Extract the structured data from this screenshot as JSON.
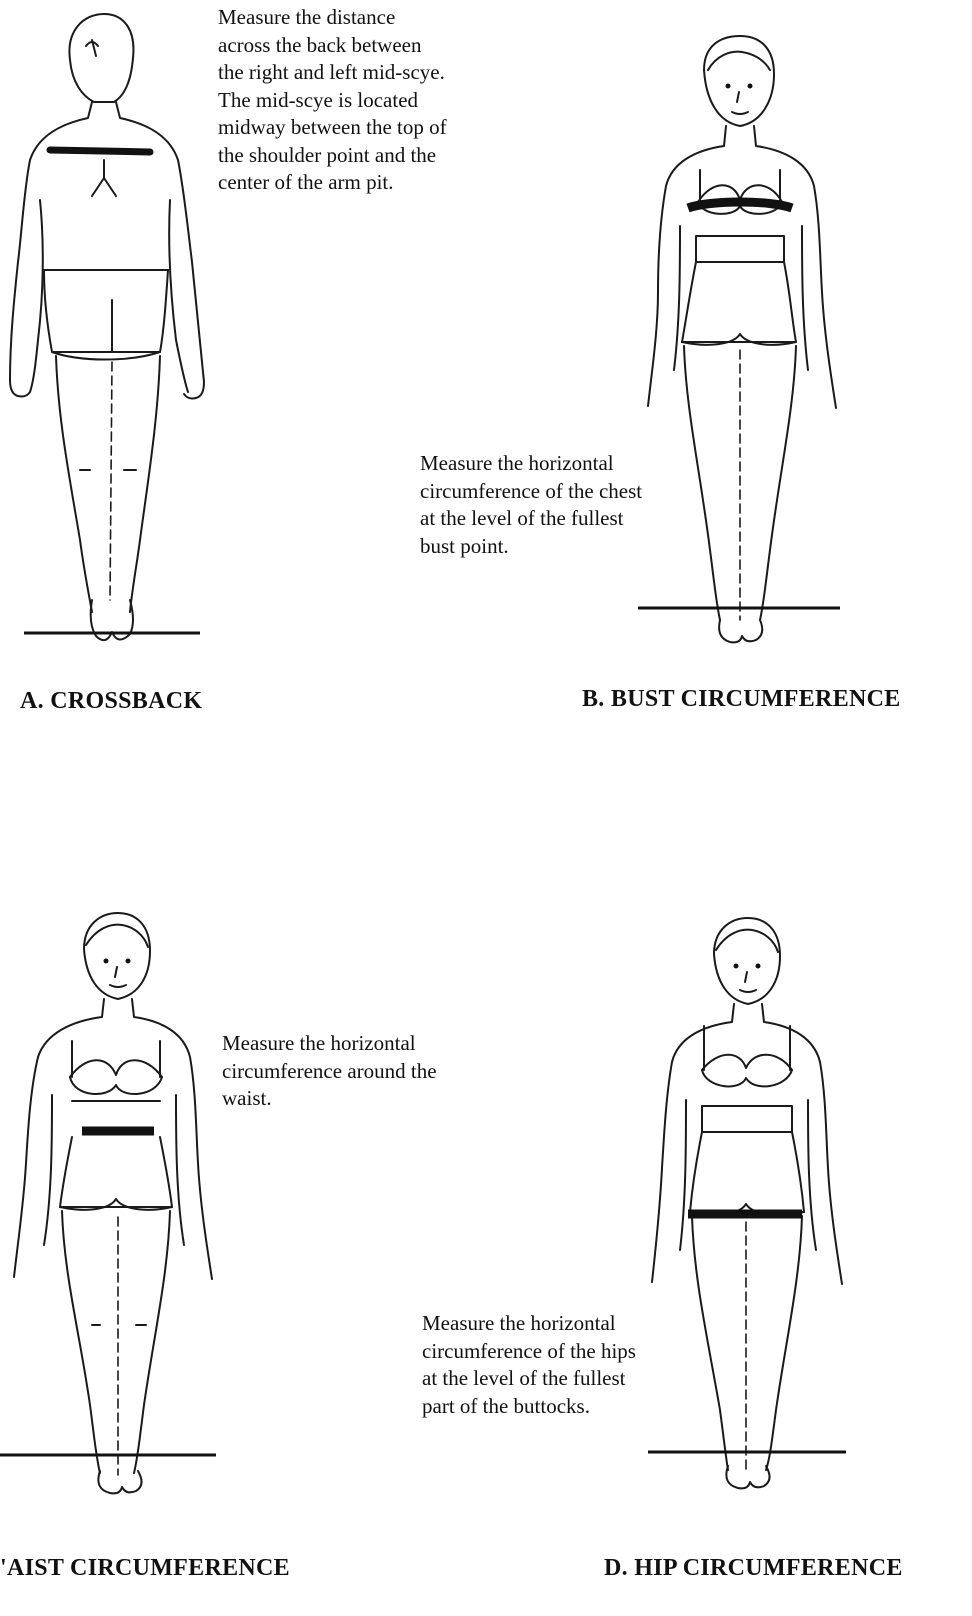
{
  "panels": {
    "a": {
      "caption": "A. CROSSBACK",
      "description": "Measure the distance\nacross the back between\nthe right and left mid-scye.\nThe mid-scye is located\nmidway between the top of\nthe shoulder point and the\ncenter of the arm pit."
    },
    "b": {
      "caption": "B. BUST CIRCUMFERENCE",
      "description": "Measure the horizontal\ncircumference of the chest\nat the level of the fullest\nbust point."
    },
    "c": {
      "caption": "'AIST CIRCUMFERENCE",
      "description": "Measure the horizontal\ncircumference around the\nwaist."
    },
    "d": {
      "caption": "D. HIP CIRCUMFERENCE",
      "description": "Measure the horizontal\ncircumference of the hips\nat the level of the fullest\npart of the buttocks."
    }
  }
}
